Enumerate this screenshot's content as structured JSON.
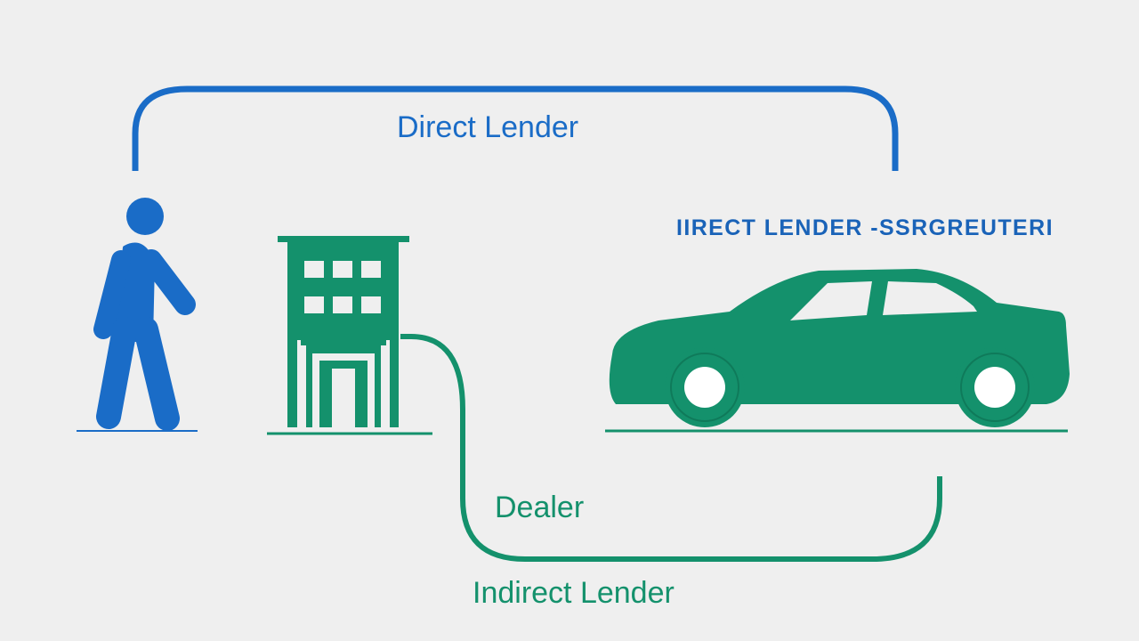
{
  "colors": {
    "background": "#efefef",
    "direct": "#1a6cc7",
    "indirect": "#14916c"
  },
  "labels": {
    "direct_lender": "Direct Lender",
    "banner": "IIRECT LENDER -SSRGREUTERI",
    "dealer": "Dealer",
    "indirect_lender": "Indirect Lender"
  },
  "icons": {
    "person": "walking-person-icon",
    "building": "building-icon",
    "car": "car-icon"
  }
}
